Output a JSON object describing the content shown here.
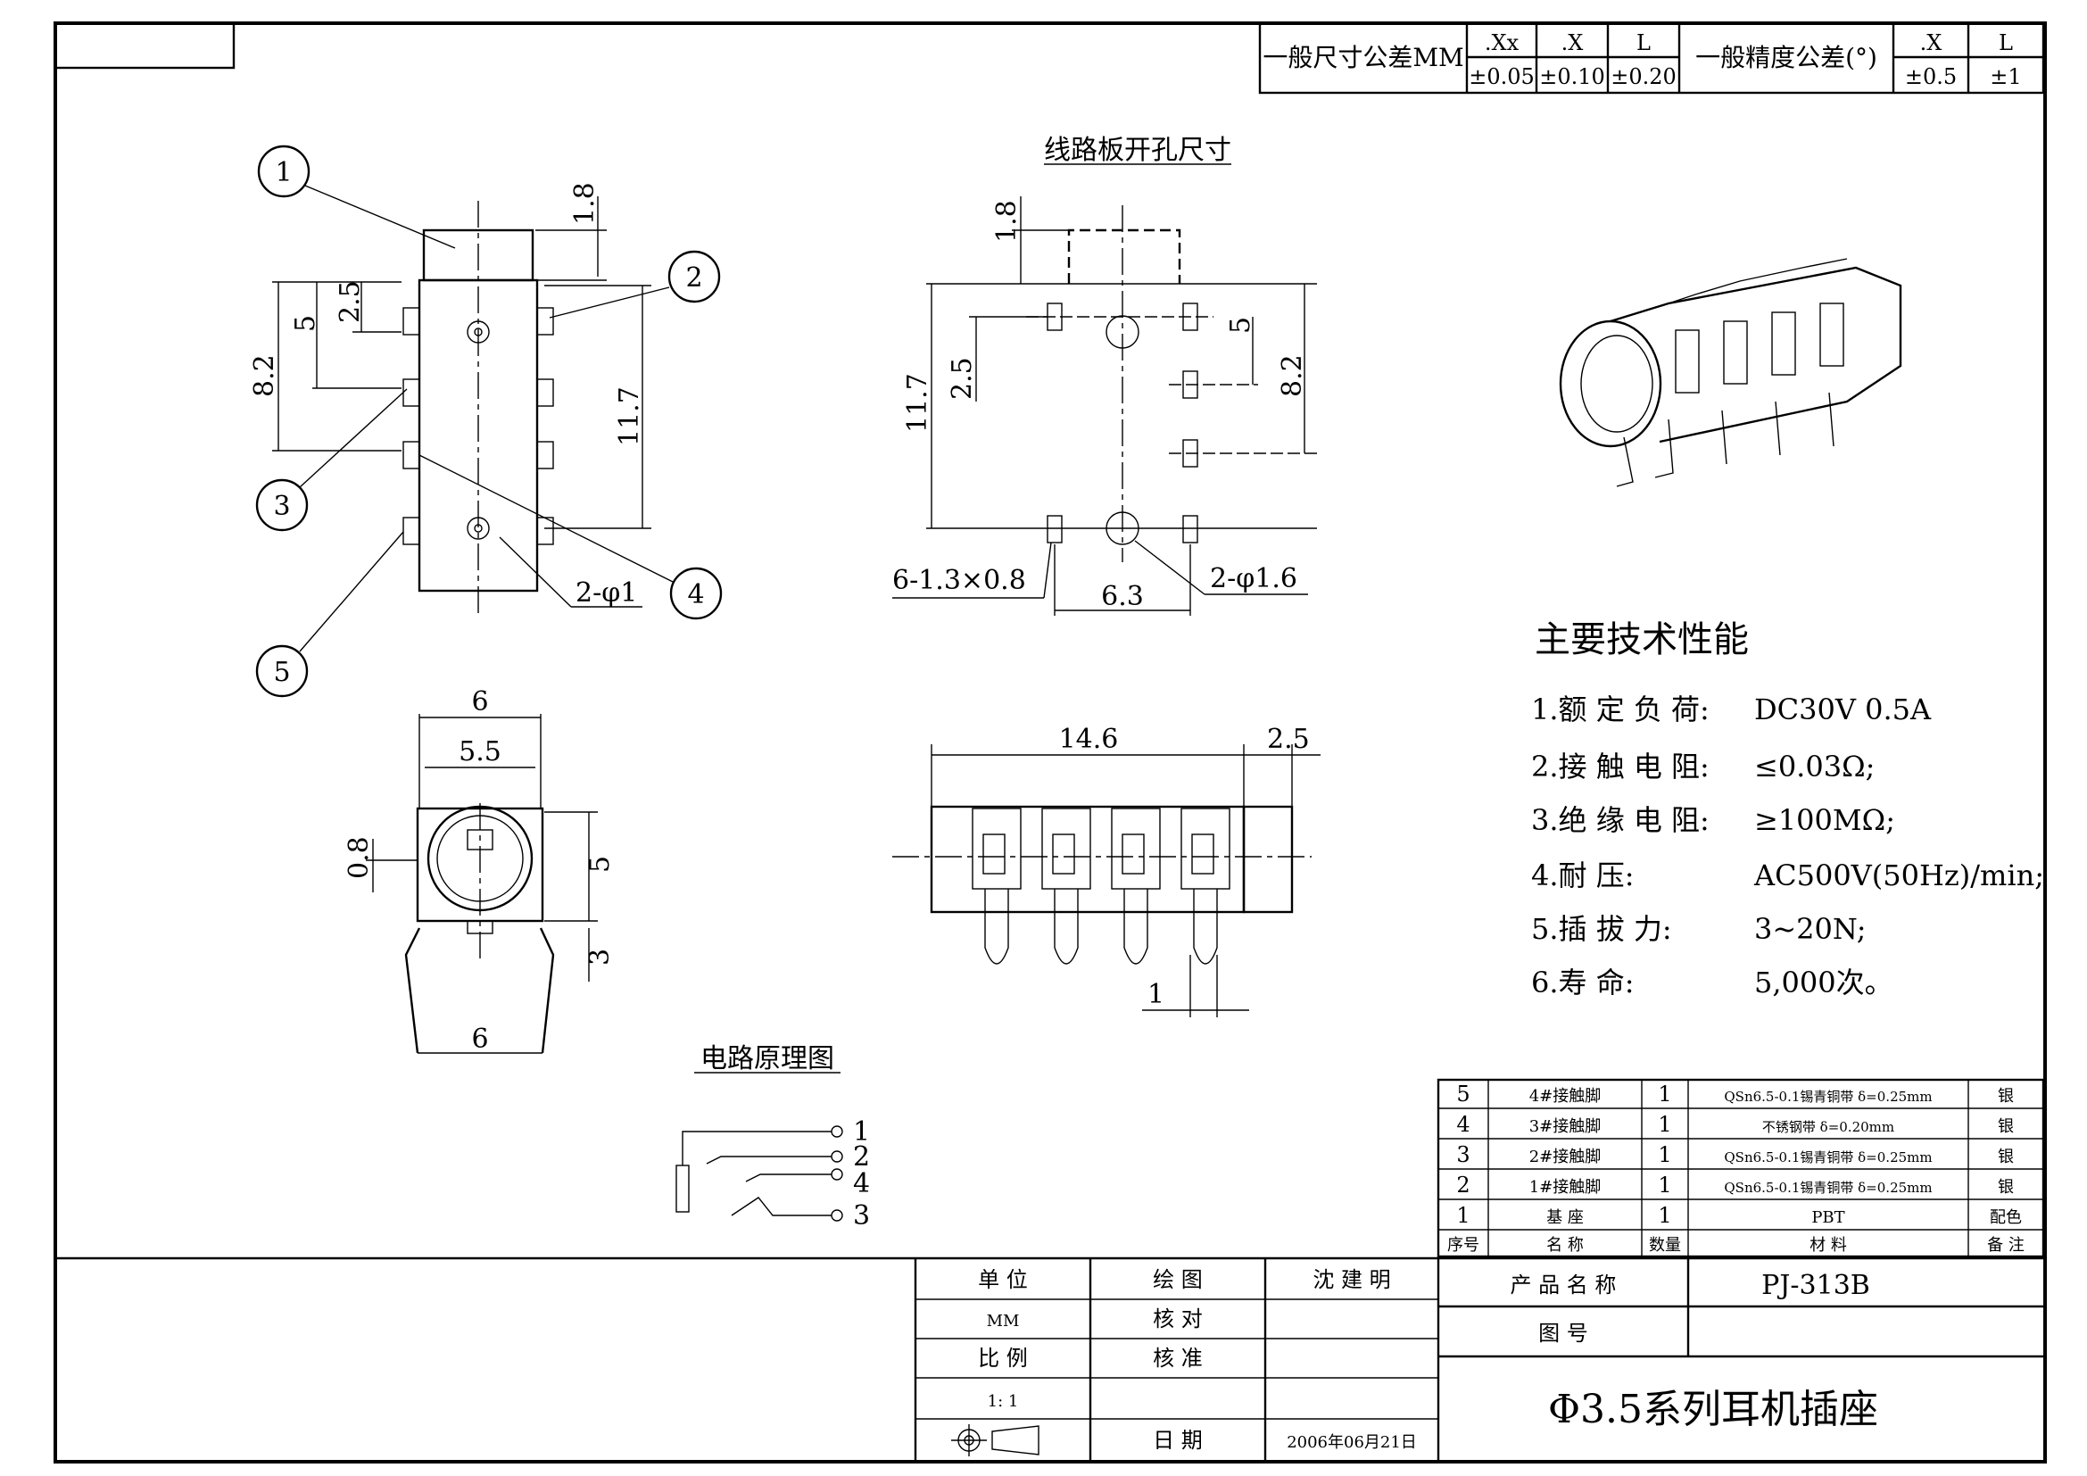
{
  "tolerance": {
    "general_dim_label": "一般尺寸公差MM",
    "dim_headers": [
      ".Xx",
      ".X",
      "L"
    ],
    "dim_values": [
      "±0.05",
      "±0.10",
      "±0.20"
    ],
    "angle_label": "一般精度公差(°)",
    "angle_headers": [
      ".X",
      "L"
    ],
    "angle_values": [
      "±0.5",
      "±1"
    ]
  },
  "drawing": {
    "pcb_title": "线路板开孔尺寸",
    "circuit_title": "电路原理图",
    "callouts": [
      "1",
      "2",
      "3",
      "4",
      "5"
    ],
    "front_dims": {
      "d1_8": "1.8",
      "d2_5": "2.5",
      "d5": "5",
      "d8_2": "8.2",
      "d11_7": "11.7",
      "holes": "2-φ1"
    },
    "pcb_dims": {
      "d1_8": "1.8",
      "d11_7": "11.7",
      "d2_5": "2.5",
      "d5": "5",
      "d8_2": "8.2",
      "slots": "6-1.3×0.8",
      "pitch": "6.3",
      "holes": "2-φ1.6"
    },
    "end_dims": {
      "w6": "6",
      "w5_5": "5.5",
      "h0_8": "0.8",
      "h5": "5",
      "h3": "3",
      "w6b": "6"
    },
    "side_dims": {
      "len": "14.6",
      "len2": "2.5",
      "pitch": "1"
    },
    "circuit_pins": [
      "1",
      "2",
      "4",
      "3"
    ]
  },
  "specs": {
    "title": "主要技术性能",
    "items": [
      {
        "label": "1.额 定 负 荷:",
        "value": "DC30V 0.5A"
      },
      {
        "label": "2.接 触 电 阻:",
        "value": "≤0.03Ω;"
      },
      {
        "label": "3.绝 缘 电 阻:",
        "value": "≥100MΩ;"
      },
      {
        "label": "4.耐         压:",
        "value": "AC500V(50Hz)/min;"
      },
      {
        "label": "5.插    拔    力:",
        "value": "3~20N;"
      },
      {
        "label": "6.寿         命:",
        "value": "5,000次。"
      }
    ]
  },
  "bom": {
    "rows": [
      {
        "no": "5",
        "name": "4#接触脚",
        "qty": "1",
        "material": "QSn6.5-0.1锡青铜带 δ=0.25mm",
        "note": "银"
      },
      {
        "no": "4",
        "name": "3#接触脚",
        "qty": "1",
        "material": "不锈钢带 δ=0.20mm",
        "note": "银"
      },
      {
        "no": "3",
        "name": "2#接触脚",
        "qty": "1",
        "material": "QSn6.5-0.1锡青铜带 δ=0.25mm",
        "note": "银"
      },
      {
        "no": "2",
        "name": "1#接触脚",
        "qty": "1",
        "material": "QSn6.5-0.1锡青铜带 δ=0.25mm",
        "note": "银"
      },
      {
        "no": "1",
        "name": "基    座",
        "qty": "1",
        "material": "PBT",
        "note": "配色"
      }
    ],
    "headers": {
      "no": "序号",
      "name": "名    称",
      "qty": "数量",
      "material": "材        料",
      "note": "备 注"
    }
  },
  "titleblock": {
    "unit_label": "单    位",
    "unit_value": "MM",
    "scale_label": "比    例",
    "scale_value": "1: 1",
    "drawn_label": "绘    图",
    "drawn_value": "沈 建 明",
    "check_label": "核    对",
    "approve_label": "核    准",
    "date_label": "日    期",
    "date_value": "2006年06月21日",
    "product_name_label": "产 品 名 称",
    "product_name_value": "PJ-313B",
    "drawing_no_label": "图        号",
    "series_title": "Φ3.5系列耳机插座"
  }
}
